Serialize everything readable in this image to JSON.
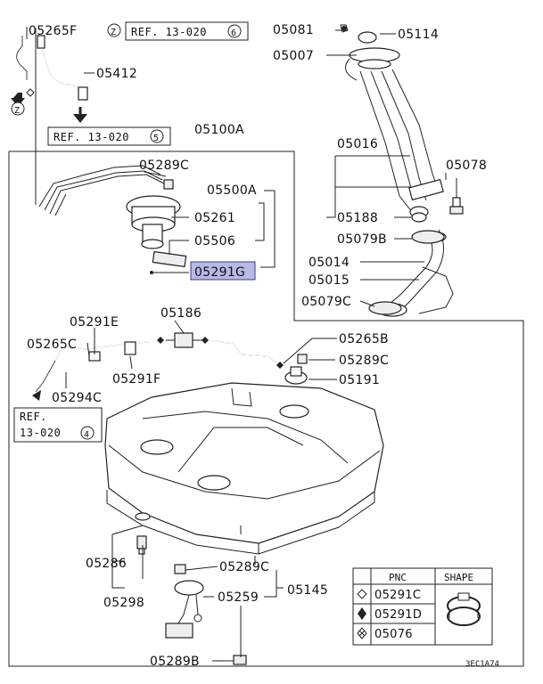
{
  "title": "",
  "diagram_code": "3EC1A74",
  "ref_boxes": [
    {
      "id": "ref1",
      "text": "REF. 13-020",
      "num": "6"
    },
    {
      "id": "ref2",
      "text": "REF. 13-020",
      "num": "5"
    },
    {
      "id": "ref3",
      "line1": "REF.",
      "line2": "13-020",
      "num": "4"
    }
  ],
  "z_markers": [
    "Z",
    "Z"
  ],
  "labels": {
    "p05265F": "05265F",
    "p05412": "05412",
    "p05100A": "05100A",
    "p05289C_top": "05289C",
    "p05500A": "05500A",
    "p05261": "05261",
    "p05506": "05506",
    "p05291G": "05291G",
    "p05081": "05081",
    "p05114": "05114",
    "p05007": "05007",
    "p05016": "05016",
    "p05078": "05078",
    "p05188": "05188",
    "p05079B": "05079B",
    "p05014": "05014",
    "p05015": "05015",
    "p05079C": "05079C",
    "p05291E": "05291E",
    "p05186": "05186",
    "p05265C": "05265C",
    "p05291F": "05291F",
    "p05294C": "05294C",
    "p05265B": "05265B",
    "p05289C_mid": "05289C",
    "p05191": "05191",
    "p05286": "05286",
    "p05298": "05298",
    "p05289C_low": "05289C",
    "p05145": "05145",
    "p05259": "05259",
    "p05289B": "05289B"
  },
  "legend": {
    "headers": [
      "PNC",
      "SHAPE"
    ],
    "rows": [
      {
        "symbol": "diamond-outline-icon",
        "pnc": "05291C"
      },
      {
        "symbol": "diamond-filled-icon",
        "pnc": "05291D"
      },
      {
        "symbol": "diamond-cross-icon",
        "pnc": "05076"
      }
    ]
  },
  "highlighted_part": "05291G",
  "colors": {
    "highlight": "#b8b9e6",
    "line": "#222222"
  }
}
